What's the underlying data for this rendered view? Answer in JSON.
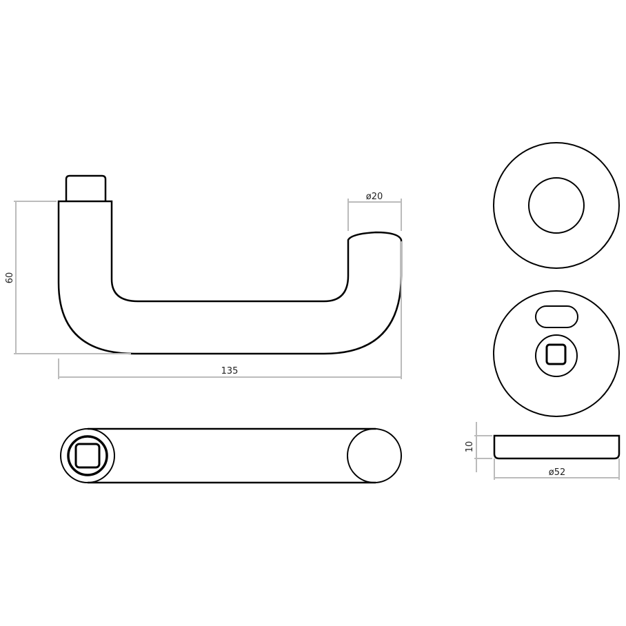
{
  "dimensions": {
    "handle_height": "60",
    "handle_length": "135",
    "grip_diameter": "ø20",
    "rosette_thickness": "10",
    "rosette_diameter": "ø52"
  }
}
